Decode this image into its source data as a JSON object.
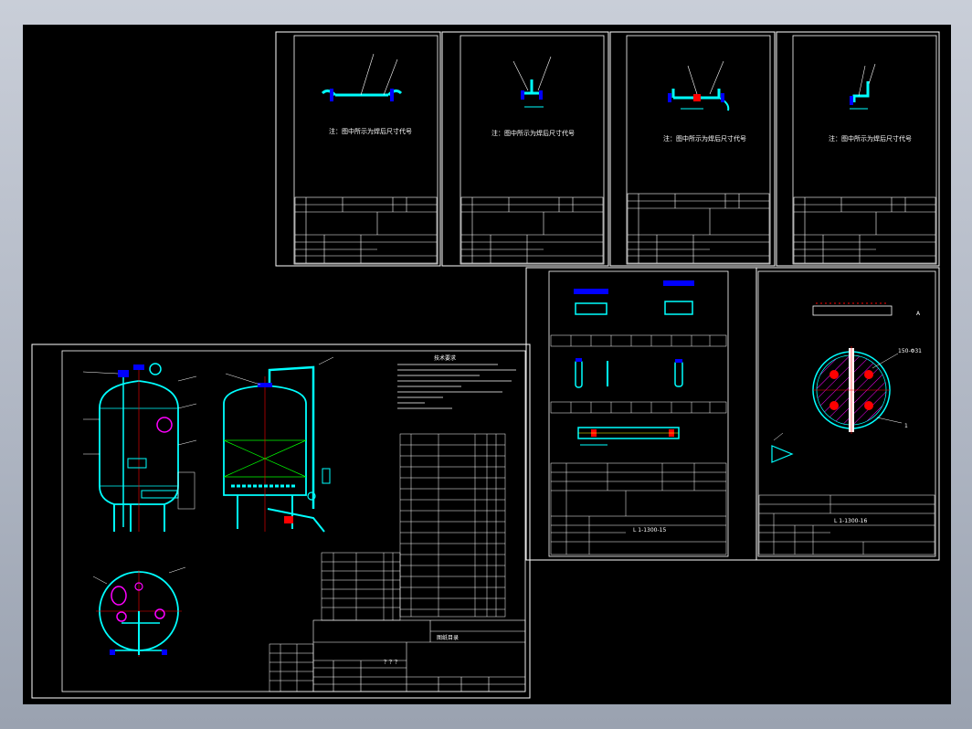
{
  "colors": {
    "background_outer": "#aeb5c2",
    "canvas": "#000000",
    "frame": "#ffffff",
    "pipe": "#00ffff",
    "flange": "#0000ff",
    "accent_red": "#ff0000",
    "accent_magenta": "#ff00ff",
    "accent_green": "#00ff00",
    "accent_yellow": "#ffff00"
  },
  "sheets": {
    "s1": {
      "note": "注：图中所示为焊后尺寸代号"
    },
    "s2": {
      "note": "注：图中所示为焊后尺寸代号"
    },
    "s3": {
      "note": "注：图中所示为焊后尺寸代号"
    },
    "s4": {
      "note": "注：图中所示为焊后尺寸代号"
    },
    "s5": {
      "code": "L 1-1300-15"
    },
    "s6": {
      "code": "L 1-1300-16",
      "label_A": "A",
      "note_dim": "150-Φ31",
      "label_1": "1"
    },
    "main": {
      "tech_title": "技术要求",
      "title_block": "图纸目录",
      "revision": "？？？",
      "parts_title": "明细表"
    }
  },
  "icons": [
    "pressure-vessel-icon",
    "pipe-assembly-icon",
    "flange-icon",
    "valve-icon"
  ]
}
